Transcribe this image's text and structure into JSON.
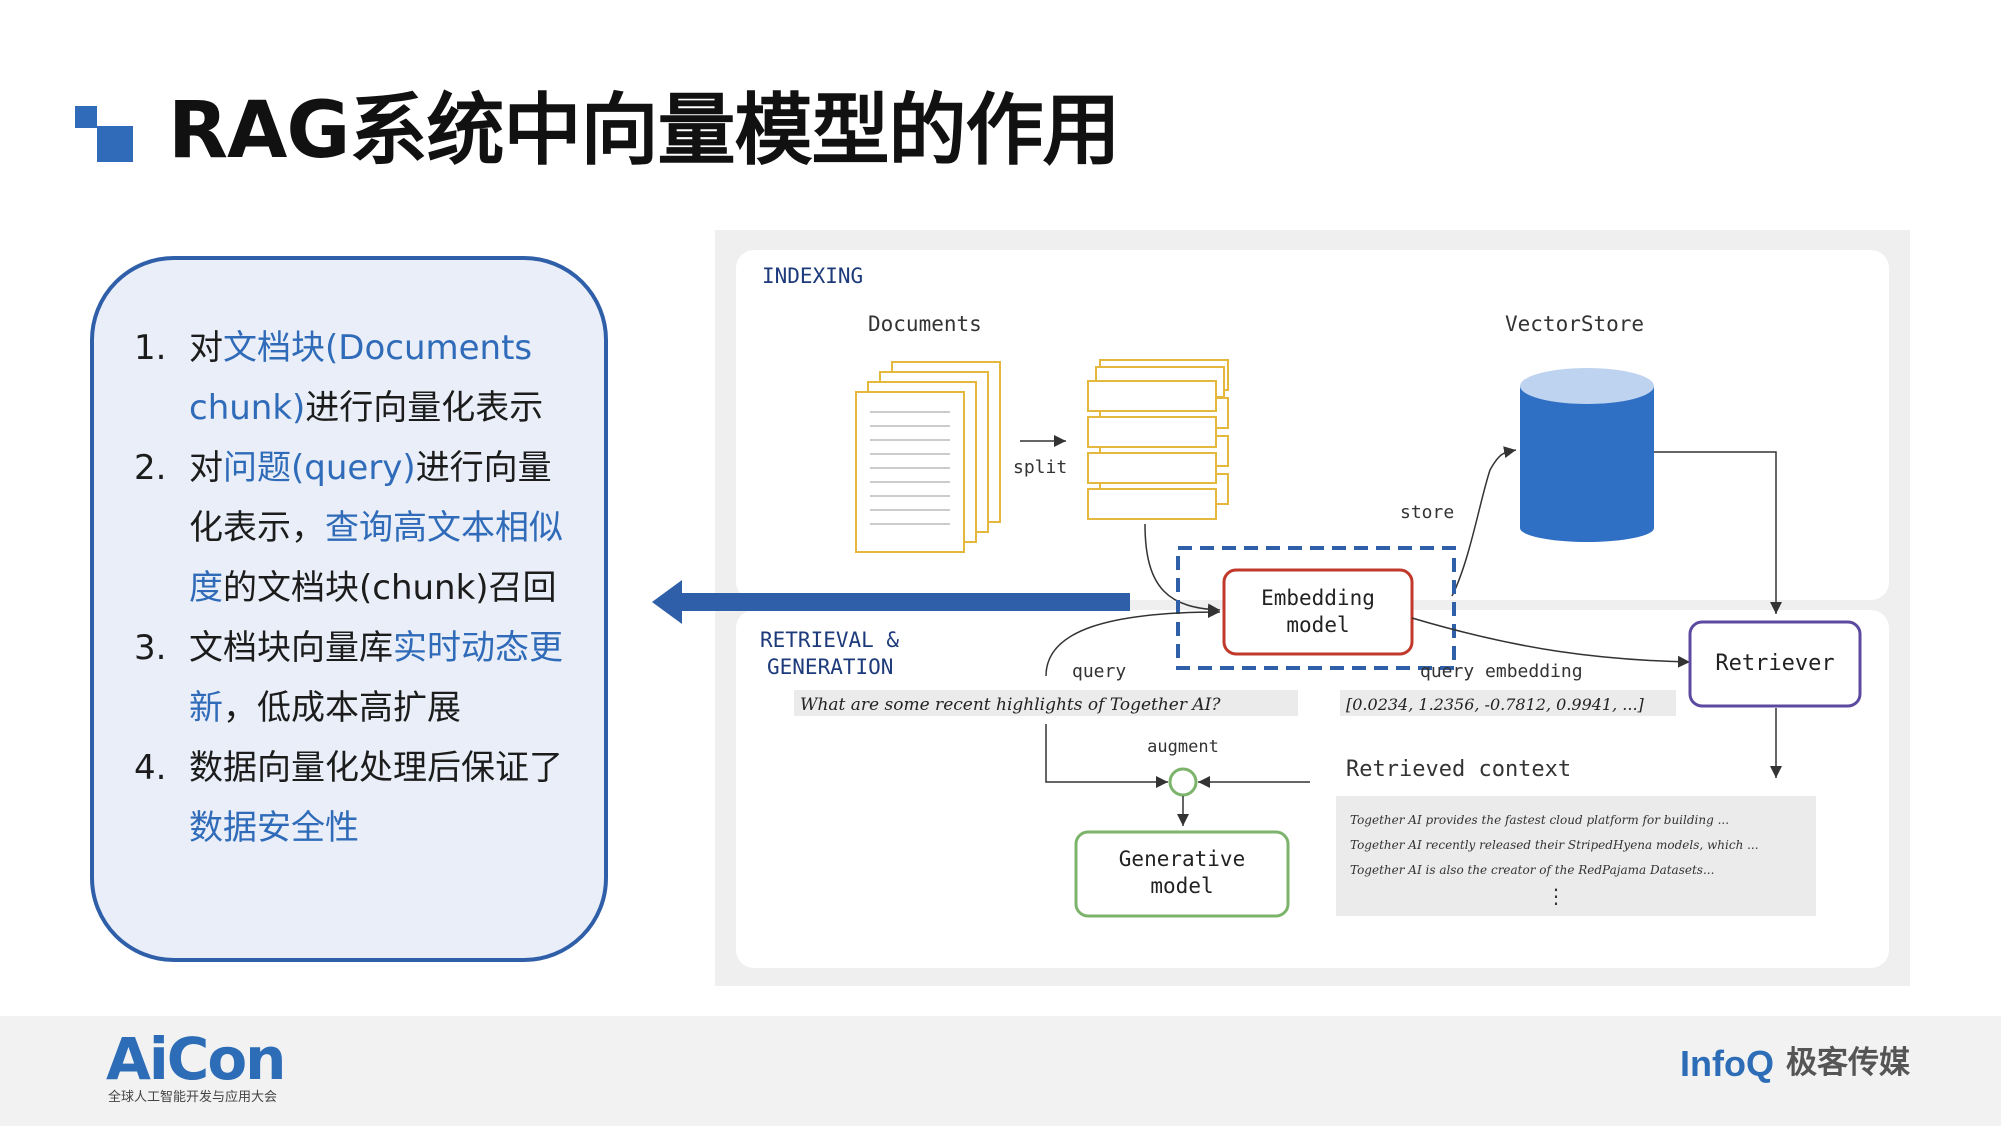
{
  "title": "RAG系统中向量模型的作用",
  "points": [
    {
      "num": "1.",
      "segments": [
        {
          "text": "对",
          "hl": false
        },
        {
          "text": "文档块(Documents chunk)",
          "hl": true
        },
        {
          "text": "进行向量化表示",
          "hl": false
        }
      ]
    },
    {
      "num": "2.",
      "segments": [
        {
          "text": "对",
          "hl": false
        },
        {
          "text": "问题(query)",
          "hl": true
        },
        {
          "text": "进行向量化表示，",
          "hl": false
        },
        {
          "text": "查询高文本相似度",
          "hl": true
        },
        {
          "text": "的文档块(chunk)召回",
          "hl": false
        }
      ]
    },
    {
      "num": "3.",
      "segments": [
        {
          "text": "文档块向量库",
          "hl": false
        },
        {
          "text": "实时动态更新",
          "hl": true
        },
        {
          "text": "，低成本高扩展",
          "hl": false
        }
      ]
    },
    {
      "num": "4.",
      "segments": [
        {
          "text": "数据向量化处理后保证了",
          "hl": false
        },
        {
          "text": "数据安全性",
          "hl": true
        }
      ]
    }
  ],
  "diagram": {
    "indexing_label": "INDEXING",
    "documents_label": "Documents",
    "vectorstore_label": "VectorStore",
    "split_label": "split",
    "store_label": "store",
    "embedding_model": [
      "Embedding",
      "model"
    ],
    "retrieval_label": [
      "RETRIEVAL &",
      "GENERATION"
    ],
    "query_label": "query",
    "query_text": "What are some recent highlights of Together AI?",
    "query_embedding_label": "query embedding",
    "embedding_values": "[0.0234, 1.2356, -0.7812, 0.9941, ...]",
    "retriever_label": "Retriever",
    "augment_label": "augment",
    "retrieved_context_label": "Retrieved context",
    "context_lines": [
      "Together AI provides the fastest cloud platform for building ...",
      "Together AI recently released their StripedHyena models, which ...",
      "Together AI is also the creator of the RedPajama Datasets..."
    ],
    "ellipsis": "⋮",
    "generative_model": [
      "Generative",
      "model"
    ]
  },
  "colors": {
    "accent_blue": "#2f5fa8",
    "highlight_text": "#2f6bb8",
    "doc_yellow": "#e3b83d",
    "embedding_red": "#c0392b",
    "retriever_purple": "#5b4aa0",
    "generative_green": "#7cb46b",
    "vectorstore_blue": "#2f6fc4"
  },
  "footer": {
    "aicon_logo": "AiCon",
    "aicon_subtitle": "全球人工智能开发与应用大会",
    "infoq_logo": "InfoQ",
    "geek_logo": "极客传媒"
  }
}
